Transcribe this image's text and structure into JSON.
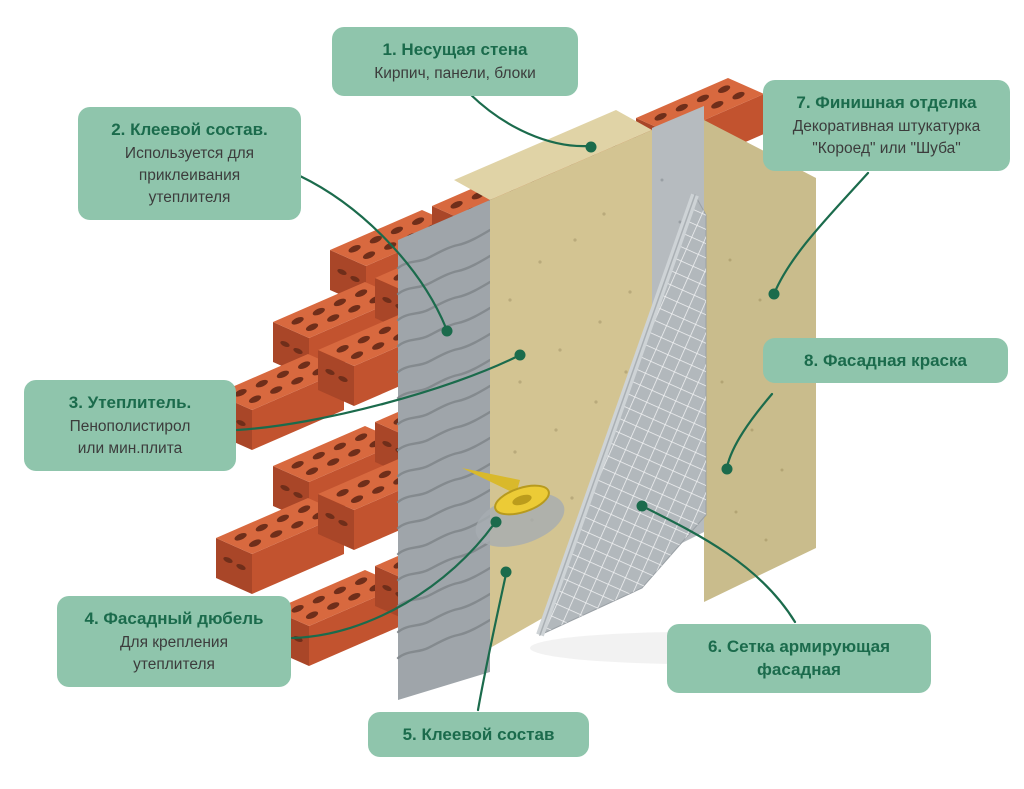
{
  "colors": {
    "label_bg": "#8fc5ac",
    "label_title": "#1b6b4c",
    "label_text": "#3c3c3c",
    "leader": "#1b6b4c",
    "brick": "#d8693f",
    "brick_side": "#c2532f",
    "brick_end": "#a94628",
    "brick_hole": "#6f2e1a",
    "adhesive": "#9fa5aa",
    "insulation": "#d3c492",
    "insulation_top": "#e0d3a6",
    "dowel": "#eccb36",
    "mesh": "#b2b8bc",
    "plaster": "#b6bbbf",
    "paint": "#c9bc8c"
  },
  "labels": [
    {
      "number": "1",
      "title": "1. Несущая стена",
      "body": "Кирпич, панели, блоки"
    },
    {
      "number": "2",
      "title": "2. Клеевой состав.",
      "body": "Используется для\nприклеивания\nутеплителя"
    },
    {
      "number": "3",
      "title": "3. Утеплитель.",
      "body": "Пенополистирол\nили мин.плита"
    },
    {
      "number": "4",
      "title": "4. Фасадный дюбель",
      "body": "Для крепления\nутеплителя"
    },
    {
      "number": "5",
      "title": "5. Клеевой состав",
      "body": ""
    },
    {
      "number": "6",
      "title": "6. Сетка армирующая\nфасадная",
      "body": ""
    },
    {
      "number": "7",
      "title": "7. Финишная отделка",
      "body": "Декоративная штукатурка\n\"Короед\" или \"Шуба\""
    },
    {
      "number": "8",
      "title": "8. Фасадная краска",
      "body": ""
    }
  ]
}
